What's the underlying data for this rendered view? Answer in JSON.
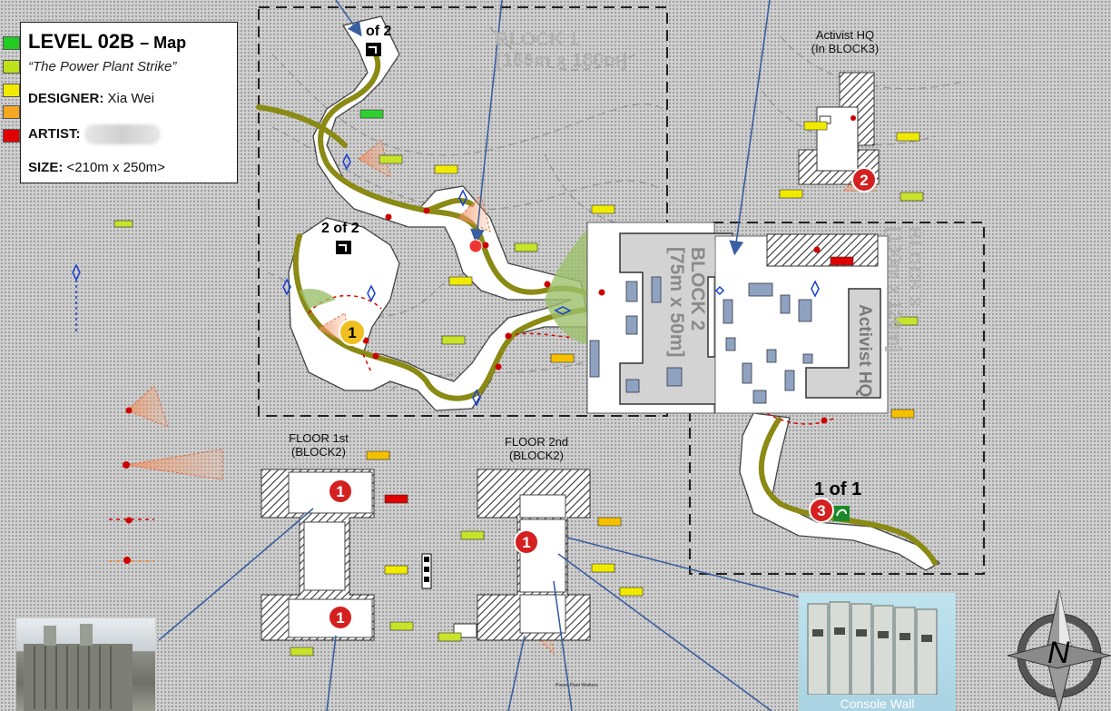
{
  "legend": {
    "title": "LEVEL 02B",
    "title_suffix": "– Map",
    "subtitle": "“The Power Plant Strike”",
    "designer_label": "DESIGNER:",
    "designer_value": "Xia Wei",
    "artist_label": "ARTIST:",
    "size_label": "SIZE:",
    "size_value": "<210m x 250m>",
    "swatch_colors": [
      "#22cc22",
      "#bbe21a",
      "#f0ea00",
      "#f5a623",
      "#e00000"
    ]
  },
  "blocks": {
    "block1_name": "BLOCK 1",
    "block1_size": "[180m x 180m]",
    "block2_name": "BLOCK 2",
    "block2_size": "[75m x 50m]",
    "block3_name": "BLOCK 3",
    "block3_size": "[130m x 120m]",
    "activist_hq_inner": "Activist HQ"
  },
  "inset_labels": {
    "activist_hq_line1": "Activist HQ",
    "activist_hq_line2": "(In BLOCK3)",
    "floor1_line1": "FLOOR 1st",
    "floor1_line2": "(BLOCK2)",
    "floor2_line1": "FLOOR 2nd",
    "floor2_line2": "(BLOCK2)"
  },
  "route_markers": {
    "marker_a": "of 2",
    "marker_b": "2 of 2",
    "marker_c": "1 of 1"
  },
  "objective_badges": [
    "1",
    "2",
    "3",
    "1",
    "1",
    "1"
  ],
  "small_caption": "Power Plant Workers",
  "photos": {
    "console_caption": "Console Wall"
  },
  "compass_letter": "N",
  "colors": {
    "path": "#8a8a14",
    "corridor": "#ffffff",
    "block_label": "#b3b3b3",
    "badge_red": "#d42020",
    "badge_yellow": "#f0c020",
    "arrow_blue": "#3a5fa0"
  }
}
